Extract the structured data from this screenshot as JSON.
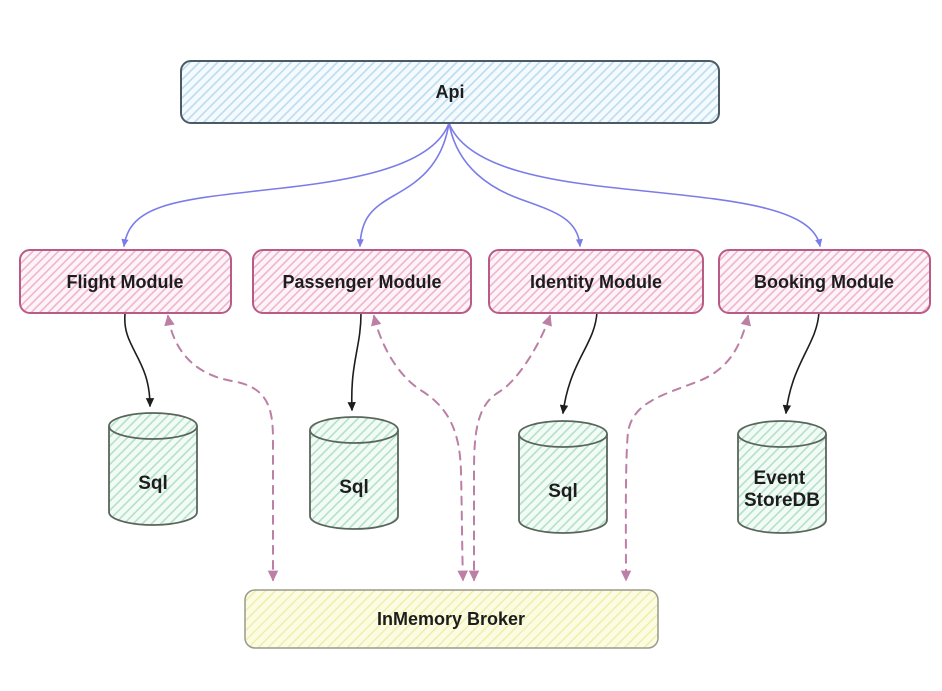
{
  "diagram": {
    "type": "architecture-diagram",
    "canvas_background": "#ffffff",
    "nodes": {
      "api": {
        "label": "Api",
        "shape": "rounded-box",
        "fill_style": "blue-hatch"
      },
      "flight_module": {
        "label": "Flight Module",
        "shape": "rounded-box",
        "fill_style": "pink-hatch"
      },
      "passenger_module": {
        "label": "Passenger Module",
        "shape": "rounded-box",
        "fill_style": "pink-hatch"
      },
      "identity_module": {
        "label": "Identity Module",
        "shape": "rounded-box",
        "fill_style": "pink-hatch"
      },
      "booking_module": {
        "label": "Booking Module",
        "shape": "rounded-box",
        "fill_style": "pink-hatch"
      },
      "flight_db": {
        "label": "Sql",
        "shape": "cylinder",
        "fill_style": "green-hatch"
      },
      "passenger_db": {
        "label": "Sql",
        "shape": "cylinder",
        "fill_style": "green-hatch"
      },
      "identity_db": {
        "label": "Sql",
        "shape": "cylinder",
        "fill_style": "green-hatch"
      },
      "booking_db": {
        "label": "Event StoreDB",
        "label_line1": "Event",
        "label_line2": "StoreDB",
        "shape": "cylinder",
        "fill_style": "green-hatch"
      },
      "broker": {
        "label": "InMemory Broker",
        "shape": "rounded-box",
        "fill_style": "yellow-hatch"
      }
    },
    "edges": [
      {
        "from": "Api",
        "to": "Flight Module",
        "style": "solid-curved",
        "color": "#7b7ce8",
        "arrows": "end"
      },
      {
        "from": "Api",
        "to": "Passenger Module",
        "style": "solid-curved",
        "color": "#7b7ce8",
        "arrows": "end"
      },
      {
        "from": "Api",
        "to": "Identity Module",
        "style": "solid-curved",
        "color": "#7b7ce8",
        "arrows": "end"
      },
      {
        "from": "Api",
        "to": "Booking Module",
        "style": "solid-curved",
        "color": "#7b7ce8",
        "arrows": "end"
      },
      {
        "from": "Flight Module",
        "to": "Sql",
        "style": "solid",
        "color": "#1d1d1d",
        "arrows": "end"
      },
      {
        "from": "Passenger Module",
        "to": "Sql",
        "style": "solid",
        "color": "#1d1d1d",
        "arrows": "end"
      },
      {
        "from": "Identity Module",
        "to": "Sql",
        "style": "solid",
        "color": "#1d1d1d",
        "arrows": "end"
      },
      {
        "from": "Booking Module",
        "to": "Event StoreDB",
        "style": "solid",
        "color": "#1d1d1d",
        "arrows": "end"
      },
      {
        "from": "Flight Module",
        "to": "InMemory Broker",
        "style": "dashed",
        "color": "#bc7fa6",
        "arrows": "both"
      },
      {
        "from": "Passenger Module",
        "to": "InMemory Broker",
        "style": "dashed",
        "color": "#bc7fa6",
        "arrows": "both"
      },
      {
        "from": "Identity Module",
        "to": "InMemory Broker",
        "style": "dashed",
        "color": "#bc7fa6",
        "arrows": "both"
      },
      {
        "from": "Booking Module",
        "to": "InMemory Broker",
        "style": "dashed",
        "color": "#bc7fa6",
        "arrows": "both"
      }
    ],
    "colors": {
      "canvas_background": "#ffffff",
      "label_text": "#1d1d1d",
      "api_box_bg": "#f4fafd",
      "api_box_hatch": "#b7daee",
      "api_box_border": "#4b5a64",
      "module_box_bg": "#fdf4f8",
      "module_box_hatch": "#f0aecb",
      "module_box_border": "#b85c87",
      "db_bg": "#f3fbf6",
      "db_hatch": "#aedfc5",
      "db_border": "#59665c",
      "broker_bg": "#fcfce3",
      "broker_hatch": "#ededa8",
      "broker_border": "#9a9a8c",
      "api_edge": "#7b7ce8",
      "db_edge": "#1d1d1d",
      "broker_edge": "#bc7fa6"
    }
  }
}
